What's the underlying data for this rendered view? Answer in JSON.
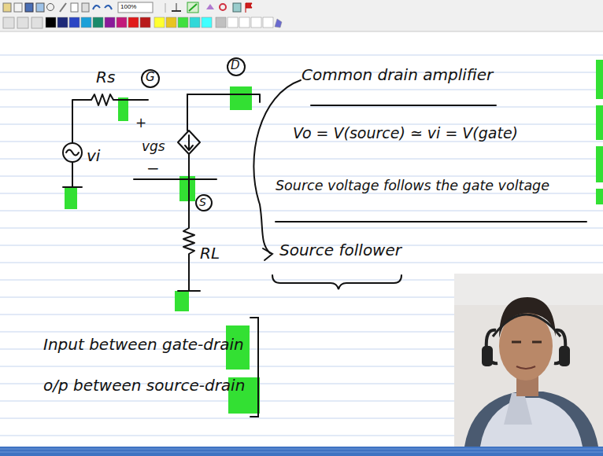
{
  "diagram": {
    "labels": [
      "100%",
      "Rs",
      "G",
      "D",
      "vi",
      "+",
      "vgs",
      "−",
      "S",
      "RL",
      "Common drain amplifier",
      "Vo = V(source) ≃ vi = V(gate)",
      "Source voltage follows the gate voltage",
      "Source follower",
      "Input between gate-drain",
      "o/p between source-drain"
    ]
  }
}
